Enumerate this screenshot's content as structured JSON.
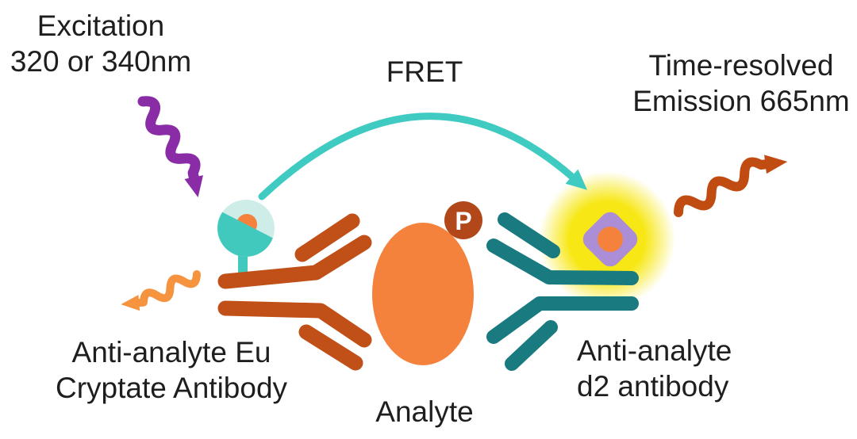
{
  "labels": {
    "excitation": {
      "line1": "Excitation",
      "line2": "320 or 340nm"
    },
    "fret": "FRET",
    "emission": {
      "line1": "Time-resolved",
      "line2": "Emission 665nm"
    },
    "donor_antibody": {
      "line1": "Anti-analyte Eu",
      "line2": "Cryptate Antibody"
    },
    "analyte": "Analyte",
    "acceptor_antibody": {
      "line1": "Anti-analyte",
      "line2": "d2 antibody"
    },
    "phospho_badge": "P"
  },
  "icons": {
    "excitation_arrow": "wavy-arrow-down-right",
    "fret_arrow": "curved-arc-arrow",
    "donor_emission_arrow": "wavy-arrow-down-left",
    "acceptor_emission_arrow": "wavy-arrow-up-right",
    "eu_cryptate": "lollipop-sphere",
    "d2_acceptor": "rounded-diamond",
    "phospho": "circle-letter-badge"
  },
  "colors": {
    "background": "#ffffff",
    "text": "#1e1e1e",
    "excitation_arrow": "#8a2ca6",
    "fret_arrow": "#3fcbc1",
    "donor_antibody": "#c05018",
    "donor_emission_arrow": "#f6933f",
    "cryptate_teal": "#41c9bd",
    "cryptate_mint": "#cfede8",
    "core_orange": "#f5823c",
    "analyte": "#f5823c",
    "phospho_badge": "#b2471a",
    "phospho_text": "#ffffff",
    "acceptor_antibody": "#197a80",
    "acceptor_glow": "#f7e714",
    "d2_diamond": "#ac8ed6",
    "acceptor_emission_arrow": "#c14c12"
  }
}
